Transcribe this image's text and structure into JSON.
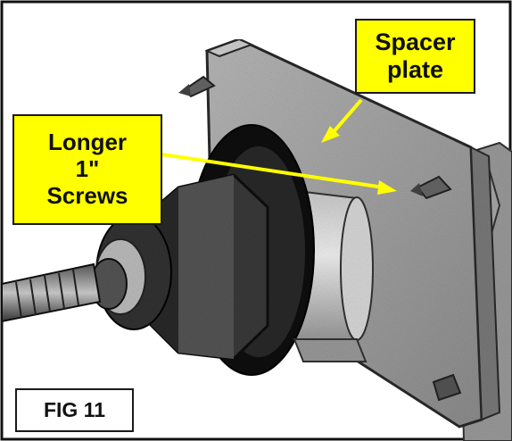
{
  "figure": {
    "label": "FIG 11",
    "callouts": [
      {
        "id": "spacer",
        "text": "Spacer\nplate"
      },
      {
        "id": "screws",
        "text": "Longer\n1\"\nScrews"
      }
    ]
  },
  "colors": {
    "callout_fill": "#ffff00",
    "arrow": "#ffff00",
    "border": "#1a1a1a"
  }
}
